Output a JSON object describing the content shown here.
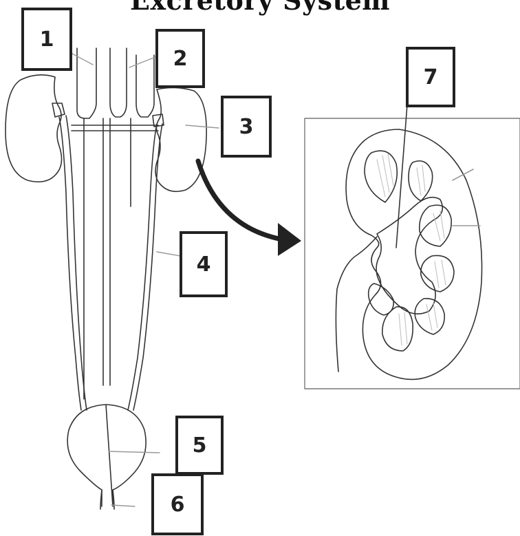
{
  "title": "Excretory System",
  "labels": [
    {
      "id": "1",
      "text": "1"
    },
    {
      "id": "2",
      "text": "2"
    },
    {
      "id": "3",
      "text": "3"
    },
    {
      "id": "4",
      "text": "4"
    },
    {
      "id": "5",
      "text": "5"
    },
    {
      "id": "6",
      "text": "6"
    },
    {
      "id": "7",
      "text": "7"
    }
  ]
}
